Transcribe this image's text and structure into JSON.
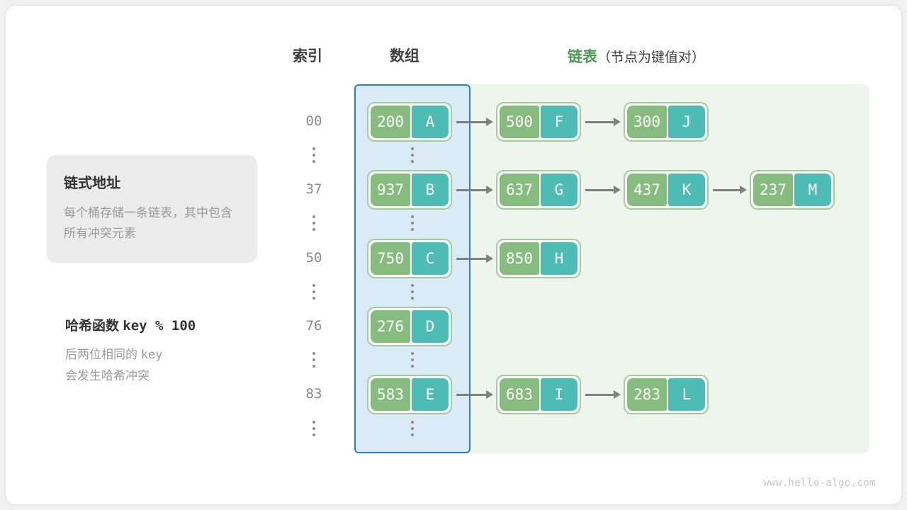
{
  "headers": {
    "index": "索引",
    "array": "数组",
    "list_accent": "链表",
    "list_sub": "（节点为键值对）"
  },
  "note": {
    "title": "链式地址",
    "body": "每个桶存储一条链表，其中包含所有冲突元素"
  },
  "hash": {
    "label": "哈希函数",
    "expression": "key % 100",
    "body_line1_prefix": "后两位相同的 ",
    "body_line1_code": "key",
    "body_line2": "会发生哈希冲突"
  },
  "colors": {
    "key_cell": "#86bd7f",
    "value_cell": "#4cbcb4",
    "node_border": "#9fcf94",
    "array_region_fill": "#dbeaf7",
    "array_region_border": "#2a7fc1",
    "list_region_fill": "#edf5ed",
    "accent_green": "#4a9a52",
    "arrow": "#808080",
    "index_text": "#8a8a8a",
    "card_bg": "#ececec"
  },
  "buckets": [
    {
      "index": "00",
      "nodes": [
        {
          "key": "200",
          "value": "A"
        },
        {
          "key": "500",
          "value": "F"
        },
        {
          "key": "300",
          "value": "J"
        }
      ]
    },
    {
      "index": "37",
      "nodes": [
        {
          "key": "937",
          "value": "B"
        },
        {
          "key": "637",
          "value": "G"
        },
        {
          "key": "437",
          "value": "K"
        },
        {
          "key": "237",
          "value": "M"
        }
      ]
    },
    {
      "index": "50",
      "nodes": [
        {
          "key": "750",
          "value": "C"
        },
        {
          "key": "850",
          "value": "H"
        }
      ]
    },
    {
      "index": "76",
      "nodes": [
        {
          "key": "276",
          "value": "D"
        }
      ]
    },
    {
      "index": "83",
      "nodes": [
        {
          "key": "583",
          "value": "E"
        },
        {
          "key": "683",
          "value": "I"
        },
        {
          "key": "283",
          "value": "L"
        }
      ]
    }
  ],
  "ellipsis_glyph": "⋮",
  "watermark": "www.hello-algo.com"
}
